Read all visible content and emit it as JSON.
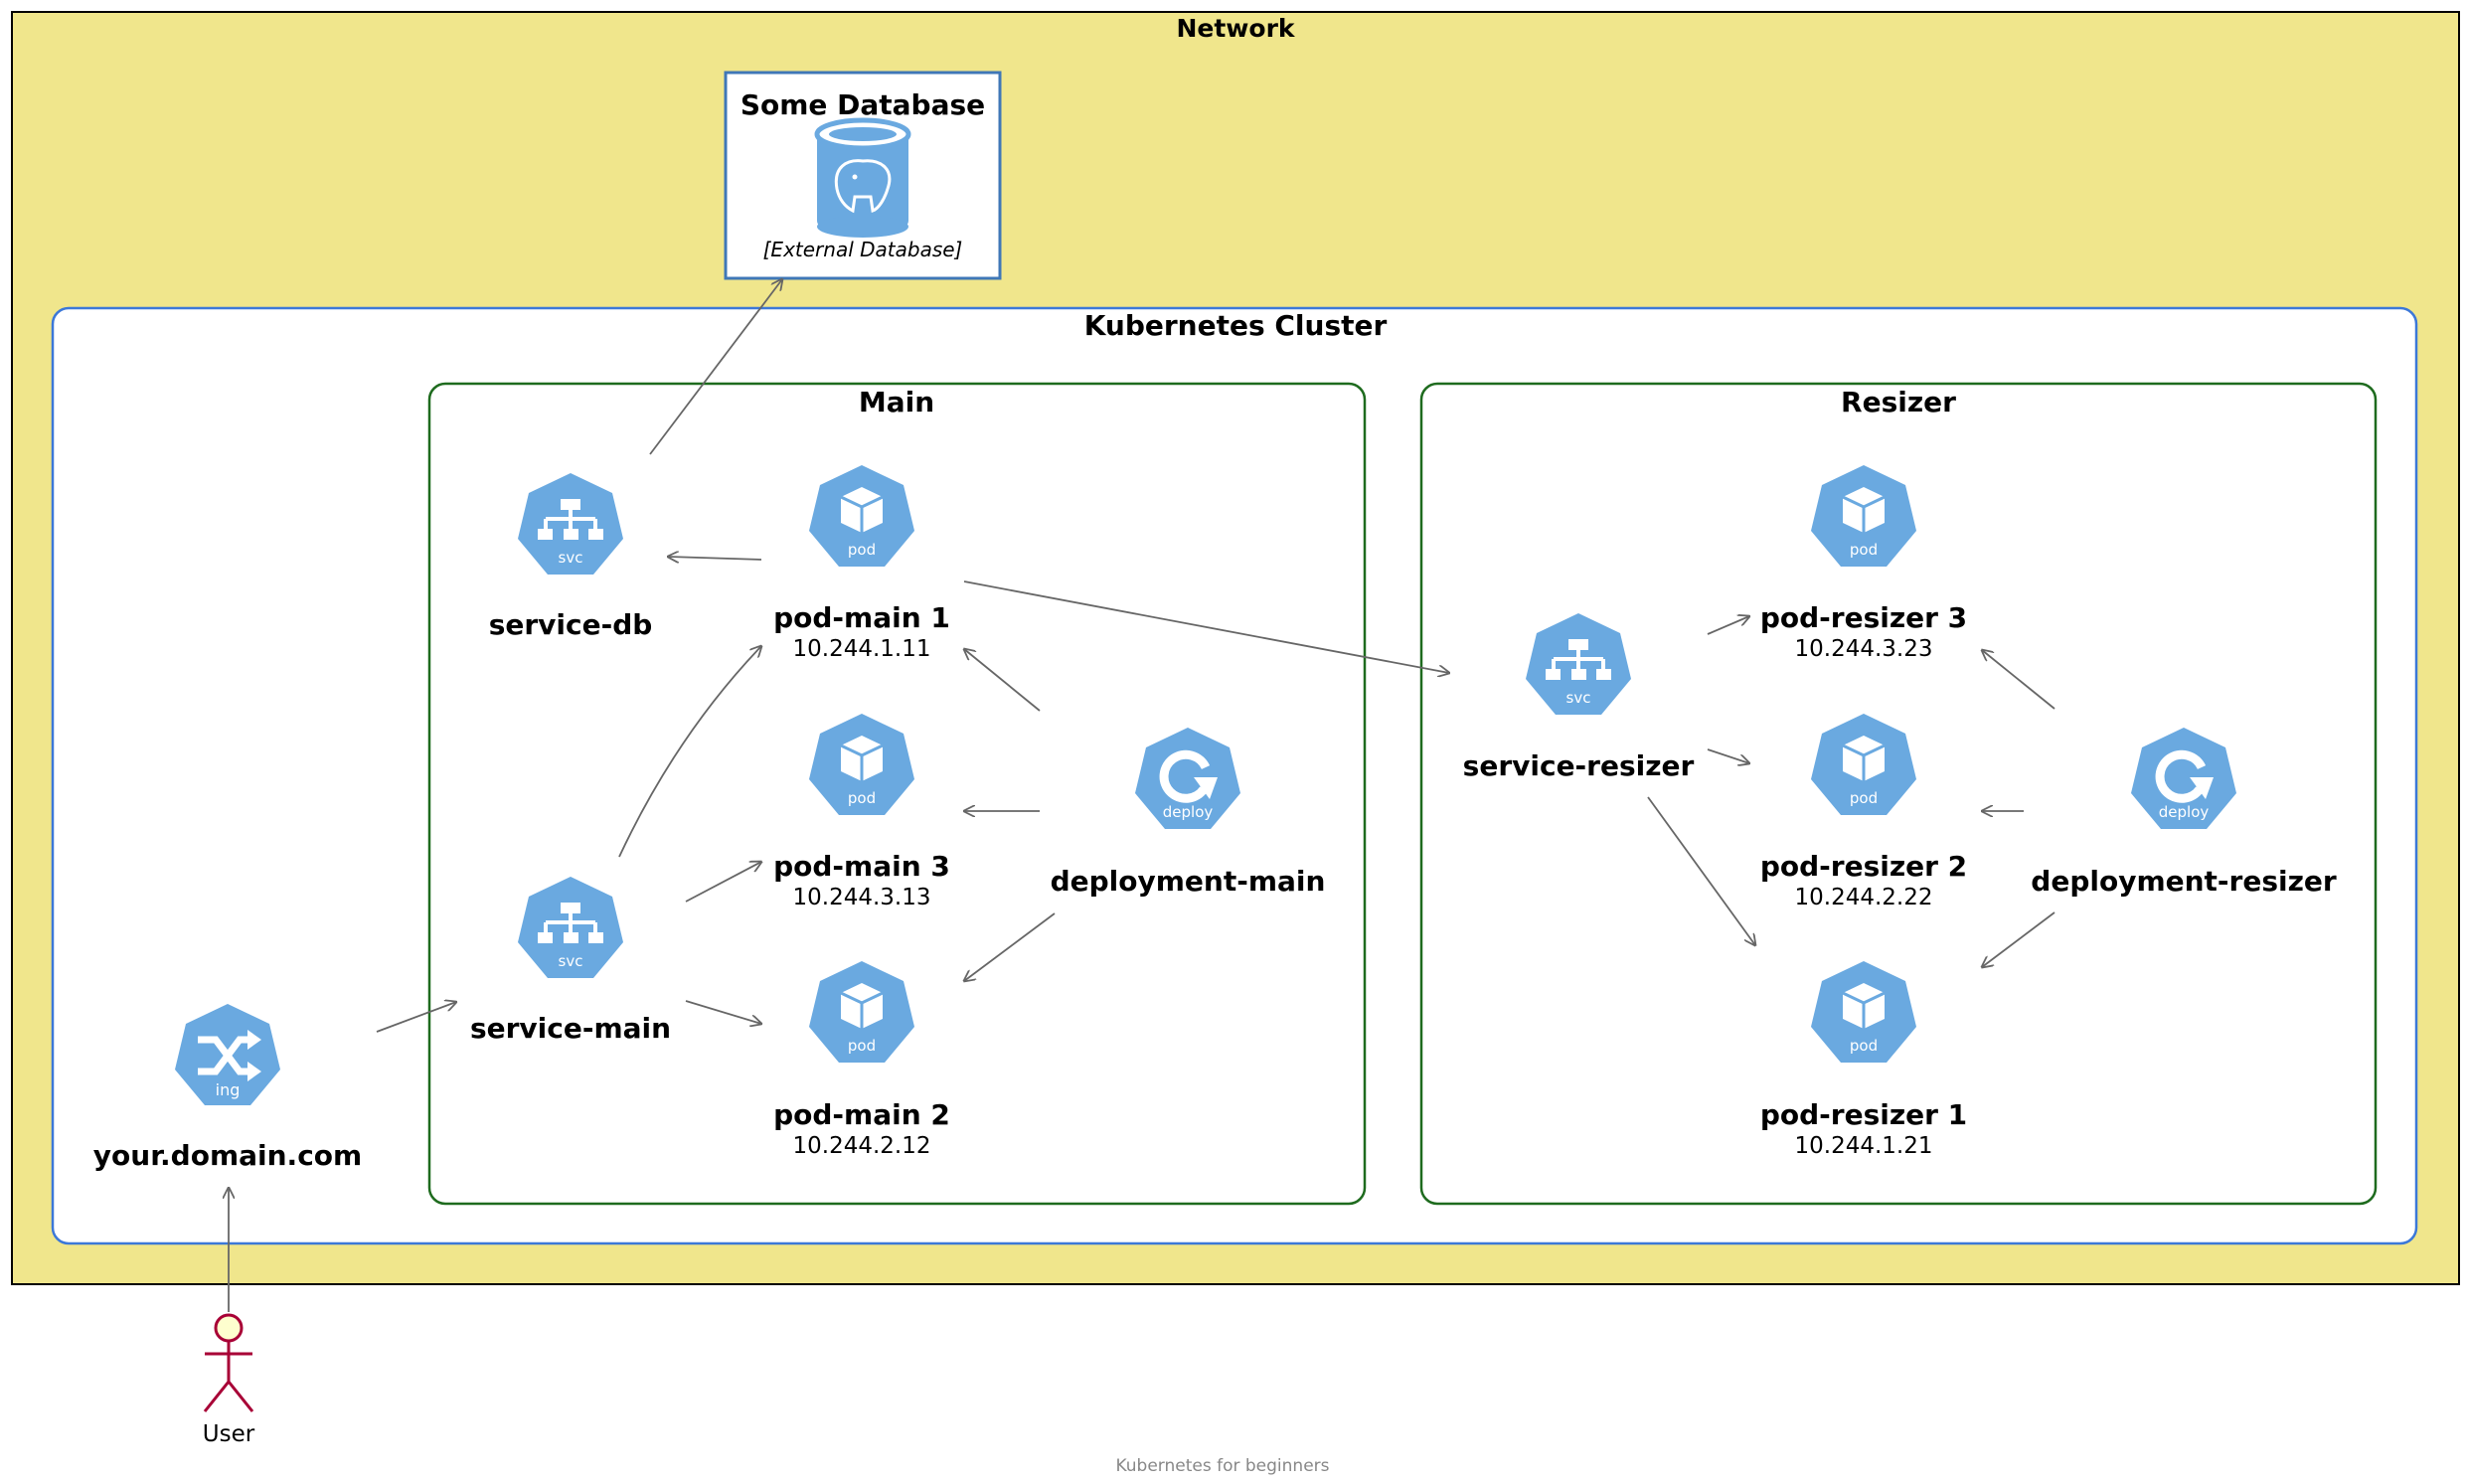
{
  "network": {
    "title": "Network"
  },
  "database": {
    "title": "Some Database",
    "type": "[External Database]"
  },
  "cluster": {
    "title": "Kubernetes Cluster"
  },
  "main_ns": {
    "title": "Main"
  },
  "resizer_ns": {
    "title": "Resizer"
  },
  "nodes": {
    "service_db": {
      "name": "service-db",
      "icon": "svc"
    },
    "pod_main_1": {
      "name": "pod-main 1",
      "ip": "10.244.1.11",
      "icon": "pod"
    },
    "pod_main_3": {
      "name": "pod-main 3",
      "ip": "10.244.3.13",
      "icon": "pod"
    },
    "pod_main_2": {
      "name": "pod-main 2",
      "ip": "10.244.2.12",
      "icon": "pod"
    },
    "deployment_main": {
      "name": "deployment-main",
      "icon": "deploy"
    },
    "service_main": {
      "name": "service-main",
      "icon": "svc"
    },
    "ingress": {
      "name": "your.domain.com",
      "icon": "ing"
    },
    "service_resizer": {
      "name": "service-resizer",
      "icon": "svc"
    },
    "pod_resizer_3": {
      "name": "pod-resizer 3",
      "ip": "10.244.3.23",
      "icon": "pod"
    },
    "pod_resizer_2": {
      "name": "pod-resizer 2",
      "ip": "10.244.2.22",
      "icon": "pod"
    },
    "pod_resizer_1": {
      "name": "pod-resizer 1",
      "ip": "10.244.1.21",
      "icon": "pod"
    },
    "deployment_resizer": {
      "name": "deployment-resizer",
      "icon": "deploy"
    }
  },
  "actor": {
    "label": "User"
  },
  "footer": "Kubernetes for beginners",
  "colors": {
    "network_bg": "#f0e68c",
    "cluster_border": "#3c78d8",
    "namespace_border": "#1e6b1e",
    "k8s_icon": "#6aa9e0",
    "arrow": "#666666",
    "actor_fill": "#fefece",
    "actor_stroke": "#a80036"
  }
}
